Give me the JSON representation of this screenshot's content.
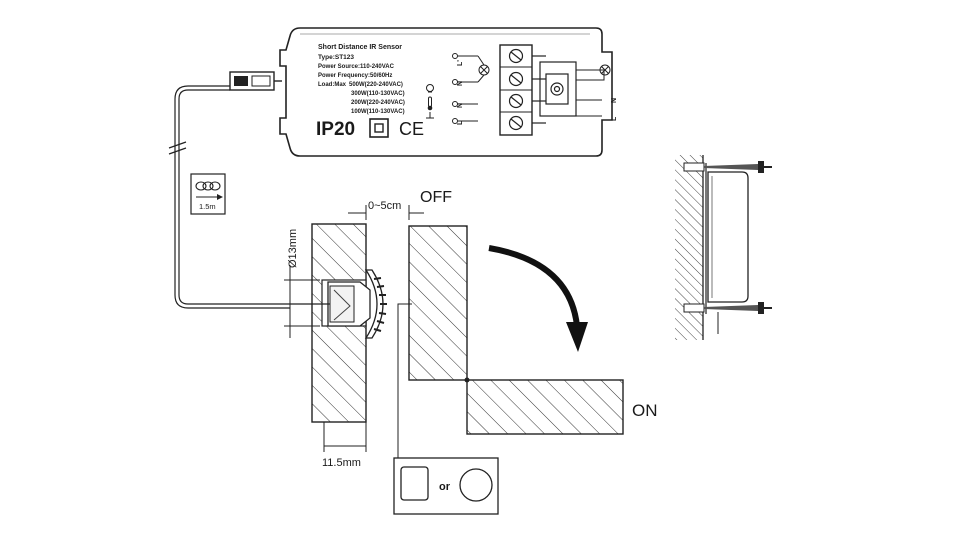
{
  "product": {
    "title": "Short Distance IR Sensor",
    "type": "Type:ST123",
    "power_source": "Power Source:110-240VAC",
    "power_frequency": "Power Frequency:50/60Hz",
    "load_max_prefix": "Load:Max",
    "loads": [
      "500W(220-240VAC)",
      "300W(110-130VAC)",
      "200W(220-240VAC)",
      "100W(110-130VAC)"
    ],
    "ip_rating": "IP20",
    "ce_mark": "CE"
  },
  "terminals": {
    "output": [
      "L'",
      "N"
    ],
    "input": [
      "N",
      "L"
    ],
    "wires_right": [
      "N",
      "L"
    ]
  },
  "cable": {
    "length": "1.5m"
  },
  "installation": {
    "distance": "0~5cm",
    "state_off": "OFF",
    "state_on": "ON",
    "hole_diameter": "Ø13mm",
    "depth": "11.5mm",
    "or_label": "or"
  }
}
